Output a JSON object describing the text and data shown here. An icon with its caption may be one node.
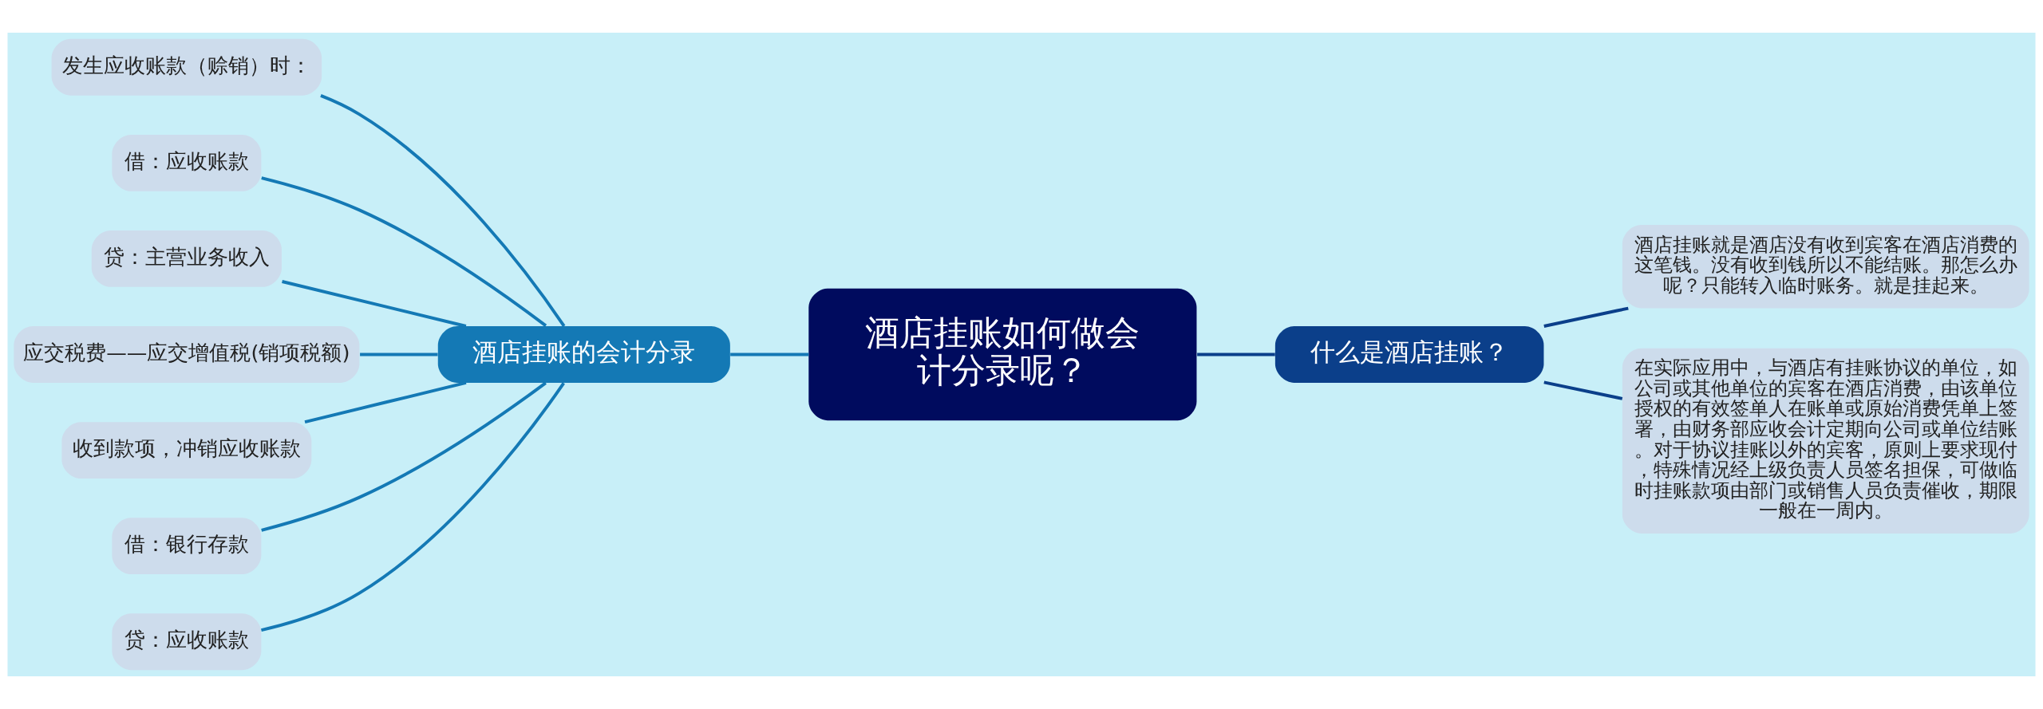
{
  "diagram": {
    "nodes": [
      {
        "text": [
          "酒店挂账如何做会计分录呢？"
        ]
      },
      {
        "text": [
          "酒店挂账的会计分录"
        ]
      },
      {
        "text": [
          "发生应收账款（赊销）时："
        ]
      },
      {
        "text": [
          "借：应收账款"
        ]
      },
      {
        "text": [
          "贷：主营业务收入"
        ]
      },
      {
        "text": [
          "应交税费——应交增值税(销项税额)"
        ]
      },
      {
        "text": [
          "收到款项，冲销应收账款"
        ]
      },
      {
        "text": [
          "借：银行存款"
        ]
      },
      {
        "text": [
          "贷：应收账款"
        ]
      },
      {
        "text": [
          "什么是酒店挂账？"
        ]
      },
      {
        "text": [
          "酒店挂账就是酒店没有收到宾客在酒店消费的这笔钱。没有收到钱所以不能结账。那怎么办呢？只能转入临时账务。就是挂起来。"
        ]
      },
      {
        "text": [
          "在实际应用中，与酒店有挂账协议的单位，如公司或其他单位的宾客在酒店消费，由该单位授权的有效签单人在账单或原始消费凭单上签署，由财务部应收会计定期向公司或单位结账。对于协议挂账以外的宾客，原则上要求现付，特殊情况经上级负责人员签名担保，可做临时挂账款项由部门或销售人员负责催收，期限一般在一周内。"
        ]
      }
    ],
    "edges": [
      {
        "from": 0,
        "to": 1,
        "arrow": "none"
      },
      {
        "from": 1,
        "to": 2,
        "arrow": "none"
      },
      {
        "from": 1,
        "to": 3,
        "arrow": "none"
      },
      {
        "from": 1,
        "to": 4,
        "arrow": "none"
      },
      {
        "from": 1,
        "to": 5,
        "arrow": "none"
      },
      {
        "from": 1,
        "to": 6,
        "arrow": "none"
      },
      {
        "from": 1,
        "to": 7,
        "arrow": "none"
      },
      {
        "from": 1,
        "to": 8,
        "arrow": "none"
      },
      {
        "from": 0,
        "to": 9,
        "arrow": "none",
        "color": "#0b3f8a"
      },
      {
        "from": 9,
        "to": 10,
        "arrow": "none",
        "color": "#0b3f8a"
      },
      {
        "from": 9,
        "to": 11,
        "arrow": "none",
        "color": "#0b3f8a"
      }
    ]
  }
}
